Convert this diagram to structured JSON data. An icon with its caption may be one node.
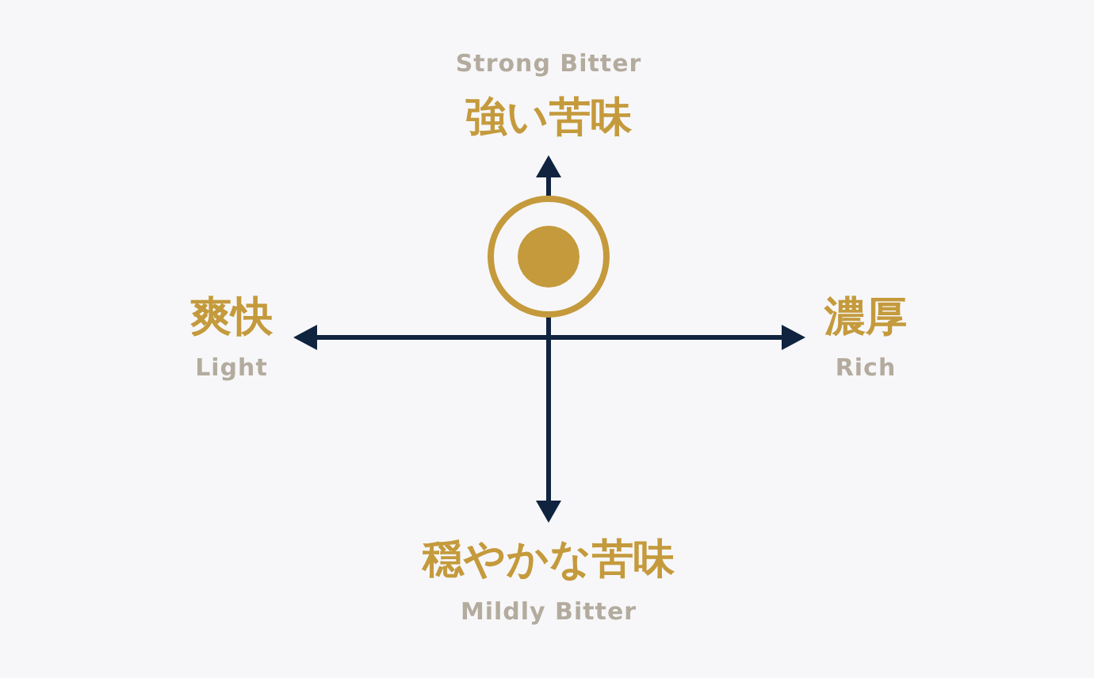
{
  "diagram": {
    "labels": [
      "Strong Bitter",
      "強い苦味",
      "爽快",
      "濃厚",
      "Light",
      "Rich",
      "穏やかな苦味",
      "Mildly Bitter"
    ]
  }
}
